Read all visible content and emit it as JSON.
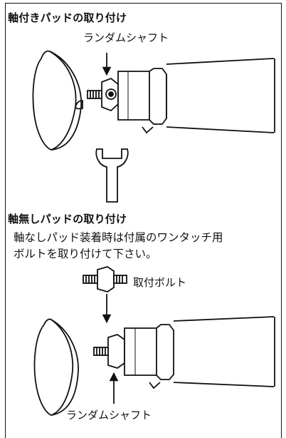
{
  "section1": {
    "heading": "軸付きパッドの取り付け",
    "label_shaft": "ランダムシャフト"
  },
  "section2": {
    "heading": "軸無しパッドの取り付け",
    "instruction_line1": "軸なしパッド装着時は付属のワンタッチ用",
    "instruction_line2": "ボルトを取り付けて下さい。",
    "label_bolt": "取付ボルト",
    "label_shaft": "ランダムシャフト"
  }
}
